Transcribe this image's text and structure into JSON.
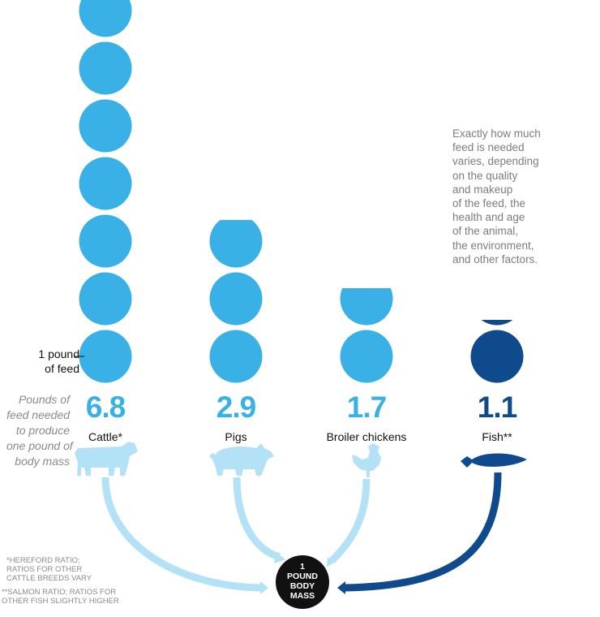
{
  "chart_data": {
    "type": "pictogram",
    "unit_label": [
      "1 pound",
      "of feed"
    ],
    "measure_label": [
      "Pounds of",
      "feed needed",
      "to produce",
      "one pound of",
      "body mass"
    ],
    "categories": [
      "Cattle*",
      "Pigs",
      "Broiler chickens",
      "Fish**"
    ],
    "values": [
      6.8,
      2.9,
      1.7,
      1.1
    ],
    "value_labels": [
      "6.8",
      "2.9",
      "1.7",
      "1.1"
    ],
    "icons": [
      "cow-icon",
      "pig-icon",
      "chicken-icon",
      "fish-icon"
    ],
    "center_label": [
      "1",
      "POUND",
      "BODY",
      "MASS"
    ]
  },
  "note": [
    "Exactly how much",
    "feed is needed",
    "varies, depending",
    "on the quality",
    "and makeup",
    "of the feed, the",
    "health and age",
    "of the animal,",
    "the environment,",
    "and other factors."
  ],
  "footnotes": [
    [
      "*HEREFORD RATIO;",
      "RATIOS FOR OTHER",
      "CATTLE BREEDS VARY"
    ],
    [
      "**SALMON RATIO; RATIOS FOR",
      "OTHER FISH SLIGHTLY HIGHER"
    ]
  ],
  "colors": {
    "land_dot": "#39b1e6",
    "fish_dot": "#0f4a8c",
    "land_icon": "#b3e1f6",
    "land_arrow": "#b3e1f6",
    "fish_arrow": "#0f4a8c",
    "center_fill": "#111111",
    "text": "#111111",
    "muted": "#7d7d7d"
  }
}
